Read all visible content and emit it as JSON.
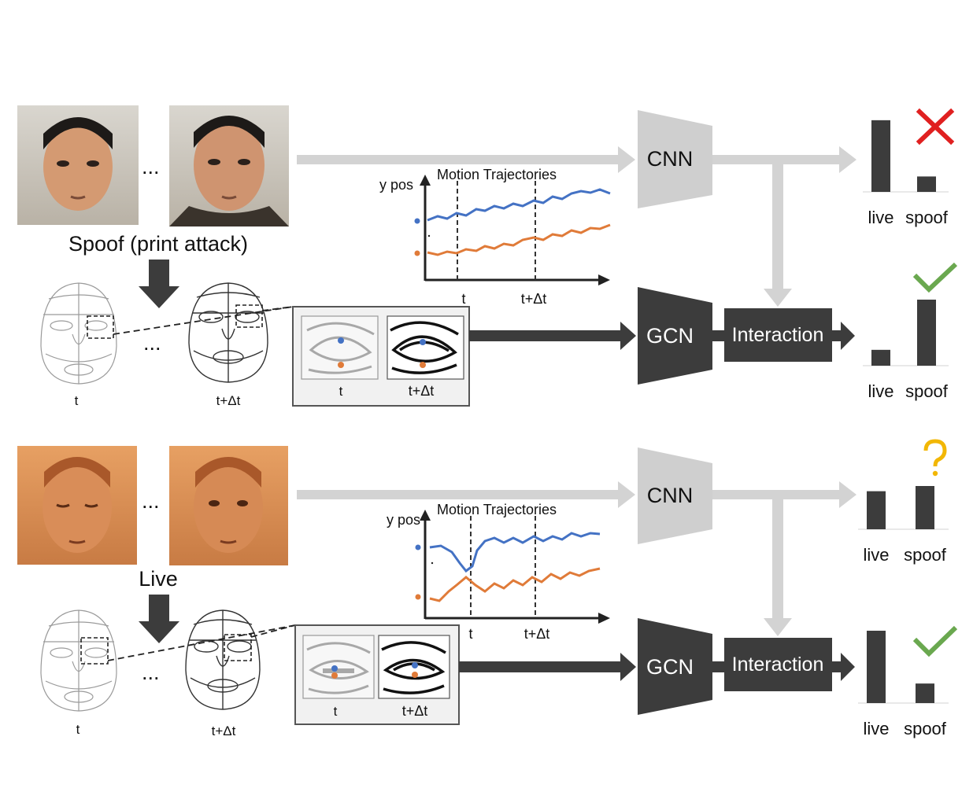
{
  "rows": [
    {
      "id": "spoof",
      "caption": "Spoof (print attack)",
      "ellipsis_faces": "...",
      "ellipsis_meshes": "...",
      "mesh_labels": [
        "t",
        "t+Δt"
      ],
      "crop_labels": [
        "t",
        "t+Δt"
      ],
      "chart": {
        "title": "Motion Trajectories",
        "ylabel": "y pos",
        "tick_labels": [
          "t",
          "t+Δt"
        ]
      },
      "cnn_label": "CNN",
      "gcn_label": "GCN",
      "interaction_label": "Interaction",
      "cnn_result": {
        "categories": [
          "live",
          "spoof"
        ],
        "values": [
          0.93,
          0.2
        ],
        "mark": "cross-icon"
      },
      "final_result": {
        "categories": [
          "live",
          "spoof"
        ],
        "values": [
          0.24,
          1.0
        ],
        "mark": "check-icon"
      }
    },
    {
      "id": "live",
      "caption": "Live",
      "ellipsis_faces": "...",
      "ellipsis_meshes": "...",
      "mesh_labels": [
        "t",
        "t+Δt"
      ],
      "crop_labels": [
        "t",
        "t+Δt"
      ],
      "chart": {
        "title": "Motion Trajectories",
        "ylabel": "y pos",
        "tick_labels": [
          "t",
          "t+Δt"
        ]
      },
      "cnn_label": "CNN",
      "gcn_label": "GCN",
      "interaction_label": "Interaction",
      "cnn_result": {
        "categories": [
          "live",
          "spoof"
        ],
        "values": [
          0.88,
          1.0
        ],
        "mark": "question-icon"
      },
      "final_result": {
        "categories": [
          "live",
          "spoof"
        ],
        "values": [
          1.0,
          0.27
        ],
        "mark": "check-icon"
      }
    }
  ],
  "colors": {
    "blue_series": "#4472c4",
    "orange_series": "#e07b39",
    "dark_block": "#3c3c3c",
    "light_block": "#cfcfcf",
    "cross": "#e02020",
    "check": "#6aa84f",
    "question": "#f2b705"
  }
}
